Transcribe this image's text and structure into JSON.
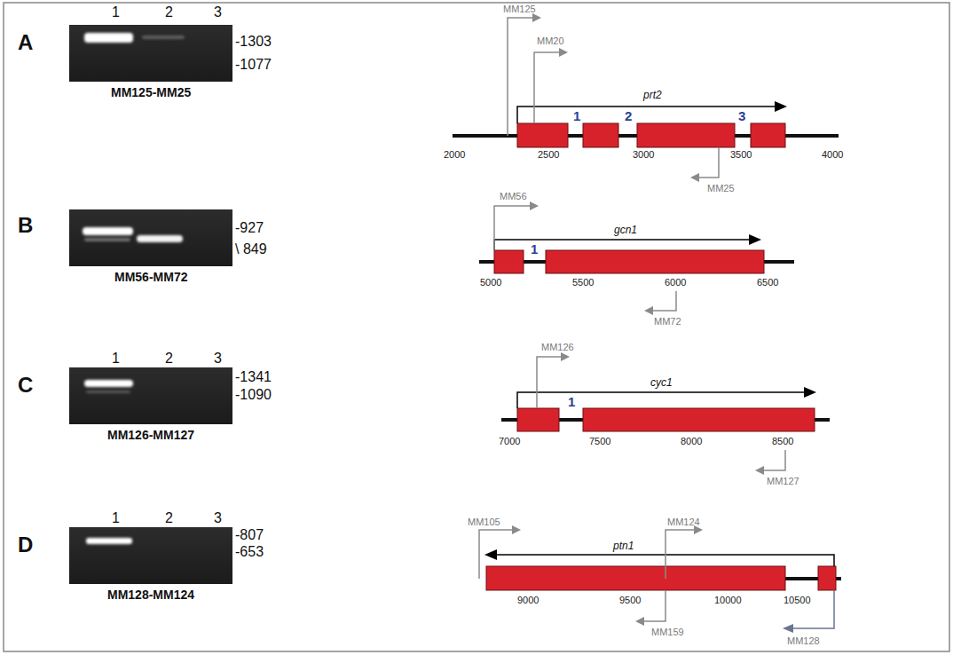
{
  "diagram": {
    "labels": [
      "A",
      "1",
      "2",
      "3",
      "-1303",
      "-1077",
      "MM125-MM25",
      "MM125",
      "MM20",
      "prt2",
      "1",
      "2",
      "3",
      "2000",
      "2500",
      "3000",
      "3500",
      "4000",
      "MM25",
      "B",
      "-927",
      "\\ 849",
      "MM56-MM72",
      "MM56",
      "gcn1",
      "1",
      "5000",
      "5500",
      "6000",
      "6500",
      "MM72",
      "C",
      "1",
      "2",
      "3",
      "-1341",
      "-1090",
      "MM126-MM127",
      "MM126",
      "cyc1",
      "1",
      "7000",
      "7500",
      "8000",
      "8500",
      "MM127",
      "D",
      "1",
      "2",
      "3",
      "-807",
      "-653",
      "MM128-MM124",
      "MM105",
      "MM124",
      "ptn1",
      "9000",
      "9500",
      "10000",
      "10500",
      "MM159",
      "MM128"
    ]
  }
}
